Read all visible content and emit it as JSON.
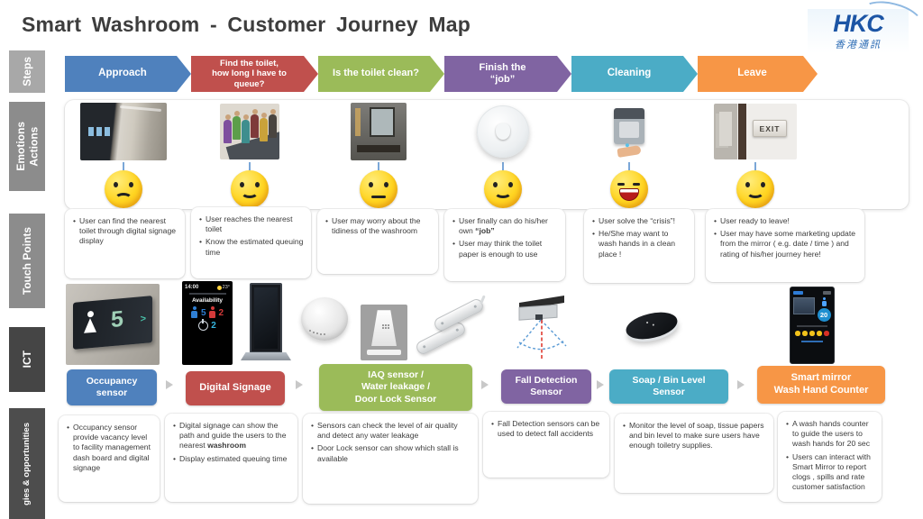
{
  "title": "Smart Washroom - Customer Journey Map",
  "logo": {
    "name": "HKC",
    "caption": "香港通訊"
  },
  "colors": {
    "step_blue": "#4f81bd",
    "step_red": "#c0504d",
    "step_green": "#9bbb59",
    "step_purple": "#8064a2",
    "step_teal": "#4bacc6",
    "step_orange": "#f79646",
    "sidebar_light": "#a8a8a8",
    "sidebar_mid": "#8c8c8c",
    "sidebar_dark": "#454545"
  },
  "sidebar": {
    "rows": [
      {
        "label": "Steps"
      },
      {
        "label": "Emotions\nActions"
      },
      {
        "label": "Touch Points"
      },
      {
        "label": "ICT"
      },
      {
        "label": "gies & opportunities"
      }
    ]
  },
  "steps": [
    {
      "label": "Approach",
      "color": "#4f81bd"
    },
    {
      "label": "Find the toilet,\nhow long I have to\nqueue?",
      "color": "#c0504d"
    },
    {
      "label": "Is the toilet clean?",
      "color": "#9bbb59"
    },
    {
      "label": "Finish the\n“job”",
      "color": "#8064a2"
    },
    {
      "label": "Cleaning",
      "color": "#4bacc6"
    },
    {
      "label": "Leave",
      "color": "#f79646"
    }
  ],
  "emotions": {
    "cards": [
      {
        "image": "mall-corridor-photo",
        "face": "face sad"
      },
      {
        "image": "queue-illustration",
        "face": "face smile"
      },
      {
        "image": "washroom-interior-photo",
        "face": "face neutral"
      },
      {
        "image": "toilet-paper-dispenser-photo",
        "face": "face smile"
      },
      {
        "image": "soap-dispenser-photo",
        "face": "face laugh"
      },
      {
        "image": "exit-door-photo",
        "face": "face smile",
        "exit_sign": "EXIT"
      }
    ]
  },
  "touch_points": [
    {
      "bullets": [
        {
          "pre": "User can find the nearest toilet through digital signage display",
          "bold": "",
          "post": ""
        }
      ]
    },
    {
      "bullets": [
        {
          "pre": "User reaches the nearest toilet",
          "bold": "",
          "post": ""
        },
        {
          "pre": "Know the estimated queuing time",
          "bold": "",
          "post": ""
        }
      ]
    },
    {
      "bullets": [
        {
          "pre": "User may worry about the tidiness of the washroom",
          "bold": "",
          "post": ""
        }
      ]
    },
    {
      "bullets": [
        {
          "pre": "User finally can do his/her own ",
          "bold": "“job”",
          "post": ""
        },
        {
          "pre": "User may think the toilet paper is enough to use",
          "bold": "",
          "post": ""
        }
      ]
    },
    {
      "bullets": [
        {
          "pre": "User solve the “crisis”!",
          "bold": "",
          "post": ""
        },
        {
          "pre": "He/She may want to wash hands in a clean place !",
          "bold": "",
          "post": ""
        }
      ]
    },
    {
      "bullets": [
        {
          "pre": "User ready to leave!",
          "bold": "",
          "post": ""
        },
        {
          "pre": "User may have some marketing update from the mirror ( e.g. date / time ) and rating of his/her journey here!",
          "bold": "",
          "post": ""
        }
      ]
    }
  ],
  "ict": {
    "labels": [
      {
        "text": "Occupancy\nsensor",
        "color": "#4f81bd"
      },
      {
        "text": "Digital Signage",
        "color": "#c0504d"
      },
      {
        "text": "IAQ sensor /\nWater leakage /\nDoor Lock Sensor",
        "color": "#9bbb59"
      },
      {
        "text": "Fall Detection\nSensor",
        "color": "#8064a2"
      },
      {
        "text": "Soap / Bin Level\nSensor",
        "color": "#4bacc6"
      },
      {
        "text": "Smart mirror\nWash Hand Counter",
        "color": "#f79646"
      }
    ],
    "devices": {
      "occupancy_panel": {
        "count": "5"
      },
      "signage": {
        "time": "14:00",
        "temp": "23°",
        "heading": "Availability",
        "male_count": "5",
        "female_count": "2",
        "accessible_count": "2"
      },
      "mirror": {
        "counter": "20"
      }
    }
  },
  "opportunities": [
    {
      "bullets": [
        {
          "pre": "Occupancy sensor provide vacancy level to facility management dash board and digital signage",
          "bold": "",
          "post": ""
        }
      ]
    },
    {
      "bullets": [
        {
          "pre": "Digital signage can show the path and guide the users to the nearest ",
          "bold": "washroom",
          "post": ""
        },
        {
          "pre": "Display estimated queuing time",
          "bold": "",
          "post": ""
        }
      ]
    },
    {
      "bullets": [
        {
          "pre": "Sensors can check the level of air quality and detect any water leakage",
          "bold": "",
          "post": ""
        },
        {
          "pre": "Door Lock sensor can show which stall is available",
          "bold": "",
          "post": ""
        }
      ]
    },
    {
      "bullets": [
        {
          "pre": "Fall Detection sensors can be used to detect fall accidents",
          "bold": "",
          "post": ""
        }
      ]
    },
    {
      "bullets": [
        {
          "pre": "Monitor the level of soap, tissue papers and bin level to make sure users have enough toiletry supplies.",
          "bold": "",
          "post": ""
        }
      ]
    },
    {
      "bullets": [
        {
          "pre": "A wash hands counter to guide the users to wash hands for 20 sec",
          "bold": "",
          "post": ""
        },
        {
          "pre": "Users can interact with Smart Mirror to report clogs , spills and rate customer satisfaction",
          "bold": "",
          "post": ""
        }
      ]
    }
  ]
}
